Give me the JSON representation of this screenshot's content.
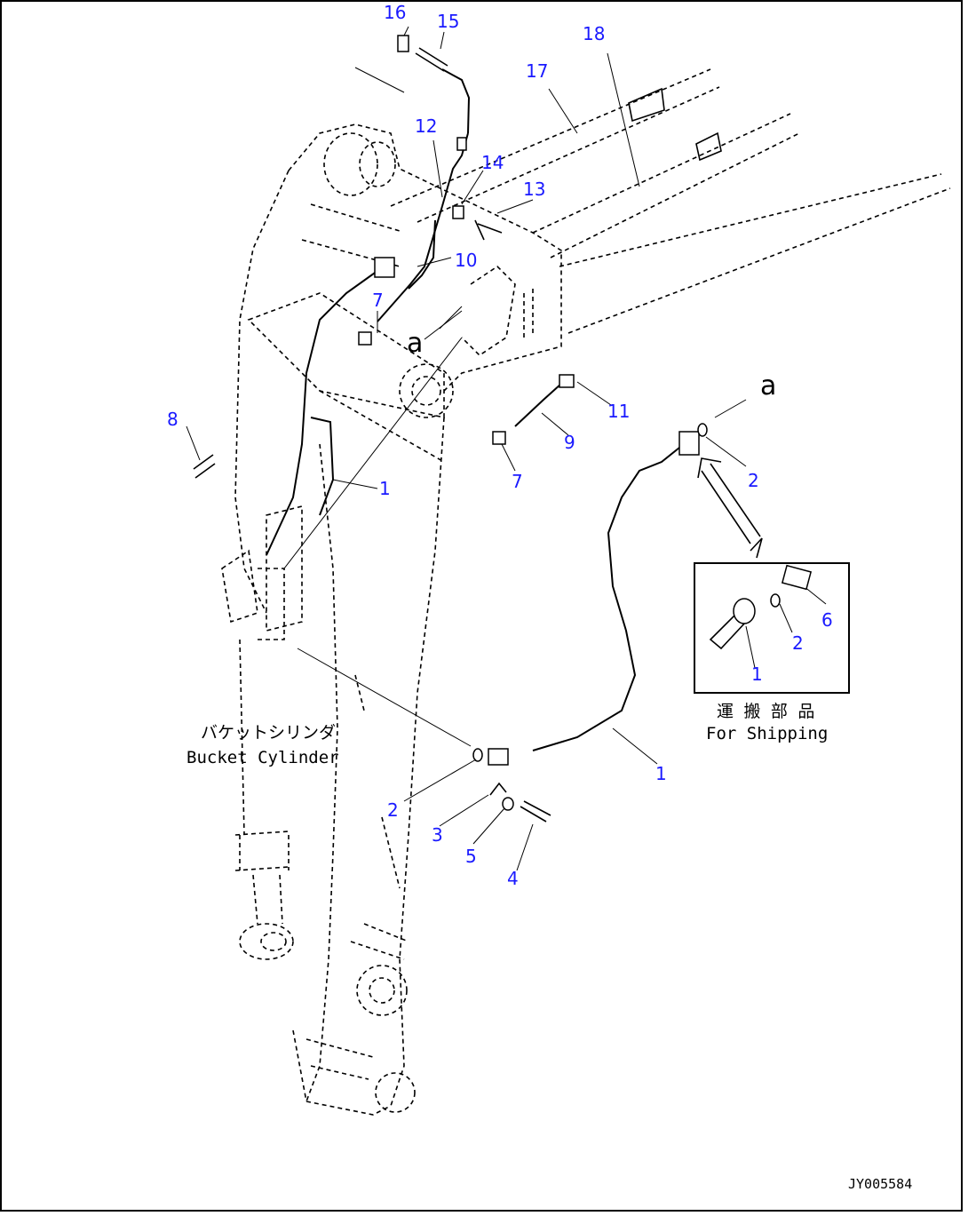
{
  "callouts": {
    "c16": "16",
    "c15": "15",
    "c18": "18",
    "c17": "17",
    "c12": "12",
    "c14": "14",
    "c13": "13",
    "c10": "10",
    "c7a": "7",
    "c8": "8",
    "c1a": "1",
    "c11": "11",
    "c9": "9",
    "c7b": "7",
    "c2a": "2",
    "c6": "6",
    "c2b": "2",
    "c1b": "1",
    "c1c": "1",
    "c2c": "2",
    "c3": "3",
    "c5": "5",
    "c4": "4"
  },
  "markers": {
    "a_left": "a",
    "a_right": "a"
  },
  "labels": {
    "bucket_cylinder_jp": "バケットシリンダ",
    "bucket_cylinder_en": "Bucket Cylinder",
    "shipping_jp": "運 搬 部 品",
    "shipping_en": "For Shipping",
    "drawing_code": "JY005584"
  },
  "colors": {
    "callout": "#1a1aff",
    "line": "#000000"
  }
}
